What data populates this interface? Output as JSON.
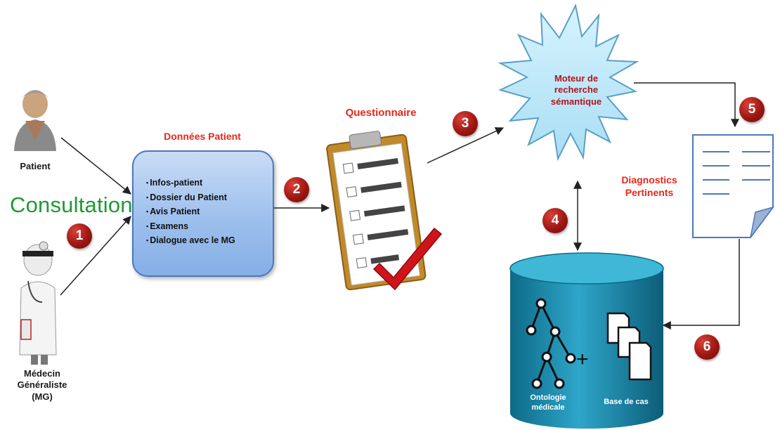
{
  "labels": {
    "patient": "Patient",
    "consultation": "Consultation",
    "medecin": [
      "Médecin",
      "Généraliste",
      "(MG)"
    ],
    "donnees_title": "Données Patient",
    "questionnaire": "Questionnaire",
    "moteur": [
      "Moteur de",
      "recherche",
      "sémantique"
    ],
    "diagnostics": [
      "Diagnostics",
      "Pertinents"
    ],
    "ontologie": [
      "Ontologie",
      "médicale"
    ],
    "base_cas": "Base de cas"
  },
  "donnees_items": [
    "Infos-patient",
    "Dossier du  Patient",
    "Avis Patient",
    "Examens",
    "Dialogue avec le MG"
  ],
  "steps": [
    "1",
    "2",
    "3",
    "4",
    "5",
    "6"
  ],
  "colors": {
    "label_red": "#e5281a",
    "consultation_green": "#1f9a34",
    "box_blue": "#9dbfed",
    "star_fill": "#bfe9fb",
    "cylinder": "#1f8fb0",
    "step_badge": "#b01f18"
  }
}
